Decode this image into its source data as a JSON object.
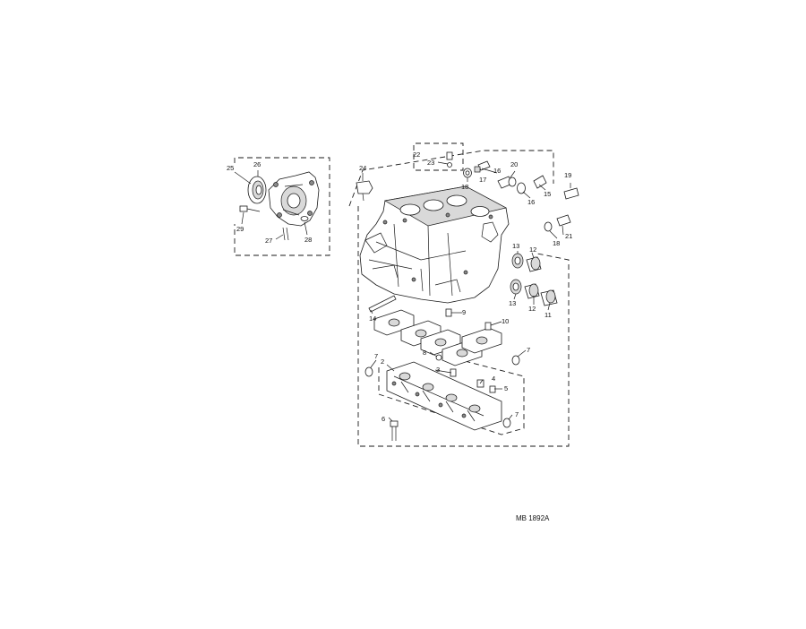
{
  "diagram": {
    "reference_code": "MB 1892A",
    "callouts": [
      "2",
      "3",
      "4",
      "5",
      "6",
      "7",
      "7",
      "7",
      "8",
      "9",
      "10",
      "11",
      "12",
      "12",
      "13",
      "13",
      "14",
      "15",
      "16",
      "16",
      "17",
      "18",
      "18",
      "19",
      "20",
      "21",
      "22",
      "23",
      "24",
      "25",
      "26",
      "27",
      "28",
      "29"
    ]
  }
}
